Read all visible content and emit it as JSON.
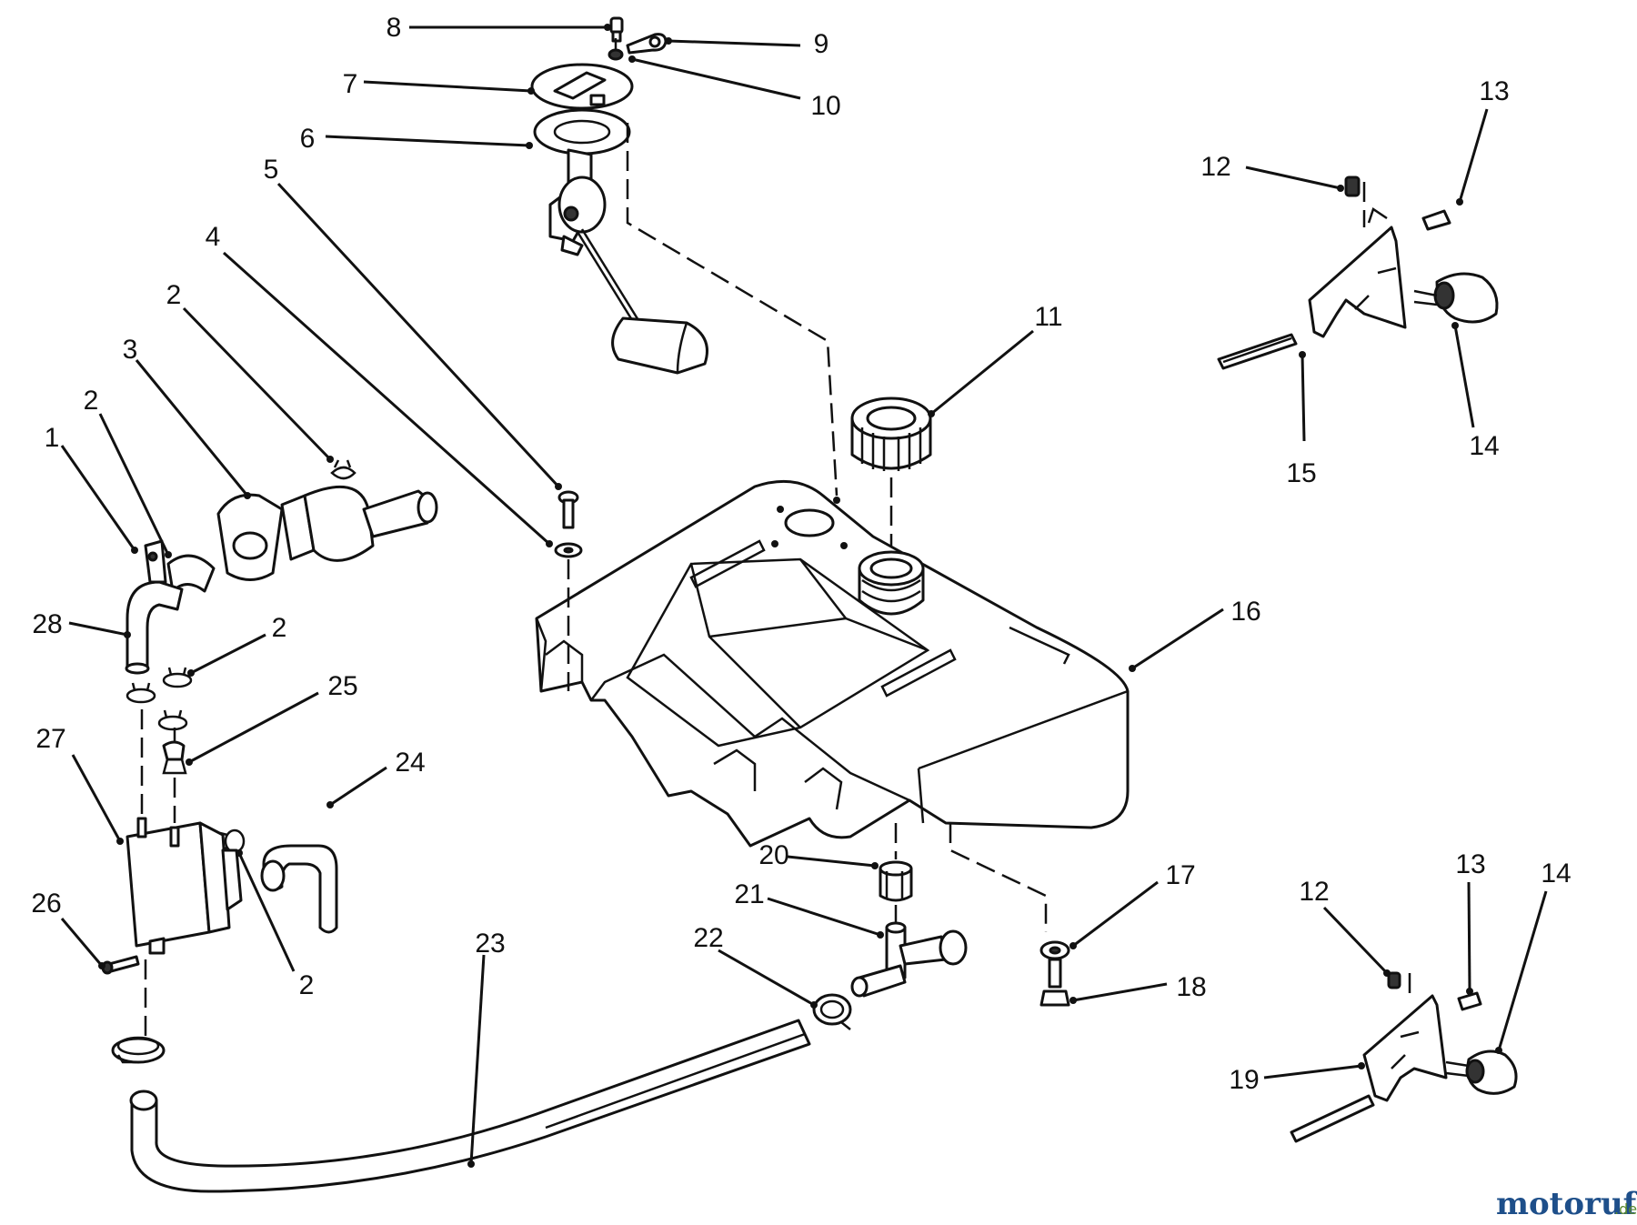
{
  "callouts": [
    {
      "id": "c8a",
      "label": "8"
    },
    {
      "id": "c9a",
      "label": "9"
    },
    {
      "id": "c7a",
      "label": "7"
    },
    {
      "id": "c10a",
      "label": "10"
    },
    {
      "id": "c6a",
      "label": "6"
    },
    {
      "id": "c5a",
      "label": "5"
    },
    {
      "id": "c4a",
      "label": "4"
    },
    {
      "id": "c2a",
      "label": "2"
    },
    {
      "id": "c3a",
      "label": "3"
    },
    {
      "id": "c2b",
      "label": "2"
    },
    {
      "id": "c1a",
      "label": "1"
    },
    {
      "id": "c28a",
      "label": "28"
    },
    {
      "id": "c2c",
      "label": "2"
    },
    {
      "id": "c25a",
      "label": "25"
    },
    {
      "id": "c27a",
      "label": "27"
    },
    {
      "id": "c24a",
      "label": "24"
    },
    {
      "id": "c26a",
      "label": "26"
    },
    {
      "id": "c2d",
      "label": "2"
    },
    {
      "id": "c23a",
      "label": "23"
    },
    {
      "id": "c22a",
      "label": "22"
    },
    {
      "id": "c21a",
      "label": "21"
    },
    {
      "id": "c20a",
      "label": "20"
    },
    {
      "id": "c11a",
      "label": "11"
    },
    {
      "id": "c16a",
      "label": "16"
    },
    {
      "id": "c17a",
      "label": "17"
    },
    {
      "id": "c18a",
      "label": "18"
    },
    {
      "id": "c12a",
      "label": "12"
    },
    {
      "id": "c13a",
      "label": "13"
    },
    {
      "id": "c14a",
      "label": "14"
    },
    {
      "id": "c15a",
      "label": "15"
    },
    {
      "id": "c12b",
      "label": "12"
    },
    {
      "id": "c13b",
      "label": "13"
    },
    {
      "id": "c14b",
      "label": "14"
    },
    {
      "id": "c19a",
      "label": "19"
    }
  ],
  "watermark": {
    "brand": "motoruf",
    "suffix": ".de",
    "brand_color": "#1e4f8a",
    "suffix_color": "#5a8a2e"
  },
  "icons": [
    "fuel-tank",
    "fuel-cap",
    "fuel-gauge-sender",
    "fuel-filter",
    "fuel-pump",
    "shutoff-valve",
    "fuel-hose",
    "hose-clamp",
    "throttle-bracket",
    "knob"
  ]
}
